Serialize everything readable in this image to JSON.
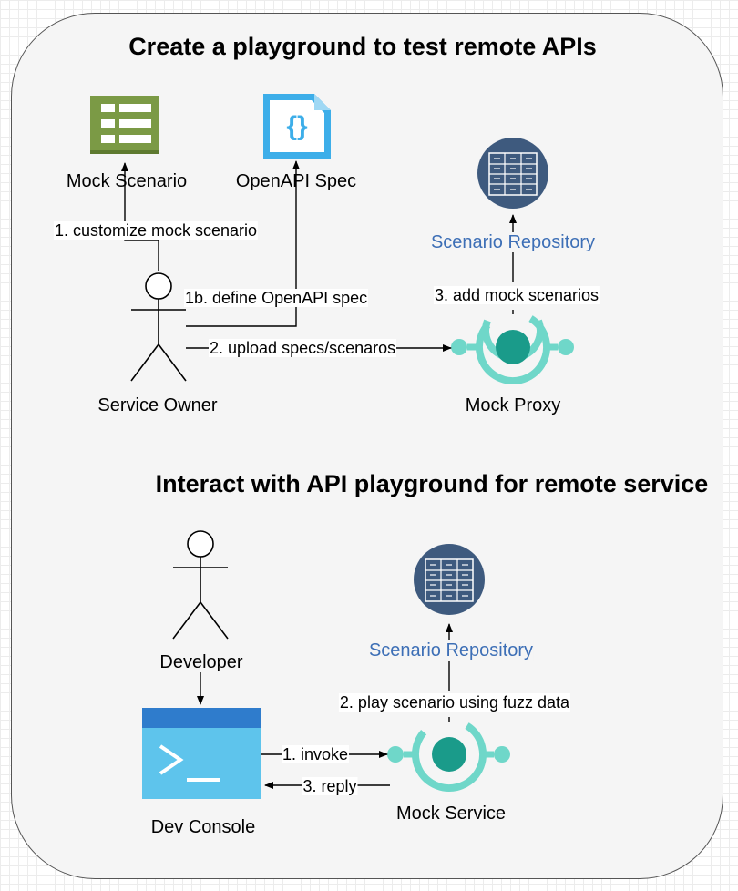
{
  "section1": {
    "title": "Create a playground to test remote APIs",
    "nodes": {
      "mock_scenario": "Mock Scenario",
      "openapi_spec": "OpenAPI Spec",
      "scenario_repository": "Scenario Repository",
      "service_owner": "Service Owner",
      "mock_proxy": "Mock Proxy"
    },
    "edges": {
      "customize": "1. customize mock scenario",
      "define_spec": "1b. define OpenAPI spec",
      "add_scenarios": "3. add mock scenarios",
      "upload": "2. upload specs/scenaros"
    }
  },
  "section2": {
    "title": "Interact with API playground for remote service",
    "nodes": {
      "developer": "Developer",
      "scenario_repository": "Scenario Repository",
      "dev_console": "Dev Console",
      "mock_service": "Mock Service"
    },
    "edges": {
      "play": "2. play scenario using fuzz data",
      "invoke": "1. invoke",
      "reply": "3. reply"
    }
  },
  "icons": {
    "mock_scenario": "list-icon",
    "openapi_spec": "json-document-icon",
    "scenario_repository": "database-table-icon",
    "mock_proxy": "service-hub-icon",
    "actors": "stick-figure-icon",
    "dev_console": "terminal-window-icon"
  },
  "colors": {
    "list_green": "#7b9a45",
    "spec_blue": "#3daee9",
    "repo_navy": "#3e5a7e",
    "hub_teal": "#6fd7c9",
    "console_blue": "#2f7ccc",
    "console_light": "#5ec4ec",
    "repo_label": "#3d6fb6"
  }
}
